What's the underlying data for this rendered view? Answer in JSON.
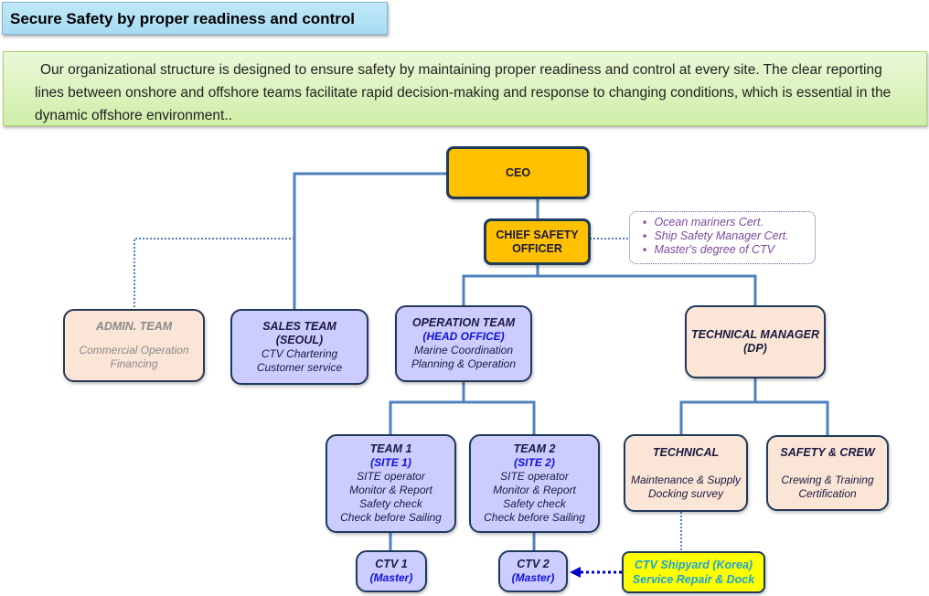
{
  "header": {
    "title": "Secure Safety by proper readiness and control"
  },
  "intro": {
    "text": "Our organizational structure is designed to ensure safety by maintaining proper readiness and control at every site. The clear reporting lines between onshore and offshore teams facilitate rapid decision-making and response to changing conditions, which is essential in the dynamic offshore environment.."
  },
  "org": {
    "ceo": {
      "title": "CEO"
    },
    "cso": {
      "line1": "CHIEF SAFETY",
      "line2": "OFFICER"
    },
    "certs": [
      "Ocean mariners Cert.",
      "Ship Safety Manager Cert.",
      "Master's degree of CTV"
    ],
    "admin": {
      "title": "ADMIN. TEAM",
      "line1": "Commercial Operation",
      "line2": "Financing"
    },
    "sales": {
      "title": "SALES TEAM",
      "title2": "(SEOUL)",
      "line1": "CTV Chartering",
      "line2": "Customer service"
    },
    "operation": {
      "title": "OPERATION TEAM",
      "sub": "(HEAD OFFICE)",
      "line1": "Marine Coordination",
      "line2": "Planning & Operation"
    },
    "tech_manager": {
      "title": "TECHNICAL MANAGER",
      "sub": "(DP)"
    },
    "team1": {
      "title": "TEAM 1",
      "sub": "(SITE 1)",
      "lines": [
        "SITE operator",
        "Monitor & Report",
        "Safety check",
        "Check before Sailing"
      ]
    },
    "team2": {
      "title": "TEAM 2",
      "sub": "(SITE 2)",
      "lines": [
        "SITE operator",
        "Monitor & Report",
        "Safety check",
        "Check before Sailing"
      ]
    },
    "technical": {
      "title": "TECHNICAL",
      "line1": "Maintenance & Supply",
      "line2": "Docking survey"
    },
    "safety_crew": {
      "title": "SAFETY & CREW",
      "line1": "Crewing & Training",
      "line2": "Certification"
    },
    "ctv1": {
      "title": "CTV 1",
      "sub": "(Master)"
    },
    "ctv2": {
      "title": "CTV 2",
      "sub": "(Master)"
    },
    "shipyard": {
      "line1": "CTV Shipyard (Korea)",
      "line2": "Service Repair & Dock"
    }
  }
}
